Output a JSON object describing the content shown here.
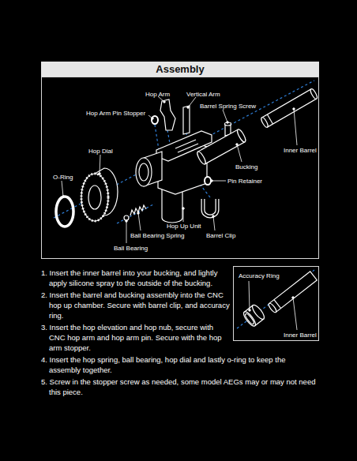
{
  "diagram": {
    "title": "Assembly",
    "nodes": [
      {
        "text": [
          "Hop Arm",
          "Vertical Arm",
          "Barrel Spring Screw",
          "Hop Arm Pin Stopper",
          "Inner Barrel",
          "Hop Dial",
          "Bucking",
          "O-Ring",
          "Pin Retainer",
          "Hop Up Unit",
          "Ball Bearing Spring",
          "Barrel Clip",
          "Ball Bearing"
        ]
      },
      {
        "text": [
          "Accuracy Ring",
          "Inner Barrel"
        ]
      }
    ],
    "labels": [
      "1. Insert the inner barrel into your bucking, and lightly apply silicone spray to the outside of the bucking.",
      "2. Insert the barrel and bucking assembly into the CNC hop up chamber. Secure with barrel clip, and accuracy ring.",
      "3. Insert the hop elevation and hop nub, secure with CNC hop arm and hop arm pin. Secure with the hop arm stopper.",
      "4. Insert the hop spring, ball bearing, hop dial and lastly o-ring to keep the assembly together.",
      "5. Screw in the stopper screw as needed, some model AEGs may or may not need this piece."
    ]
  }
}
